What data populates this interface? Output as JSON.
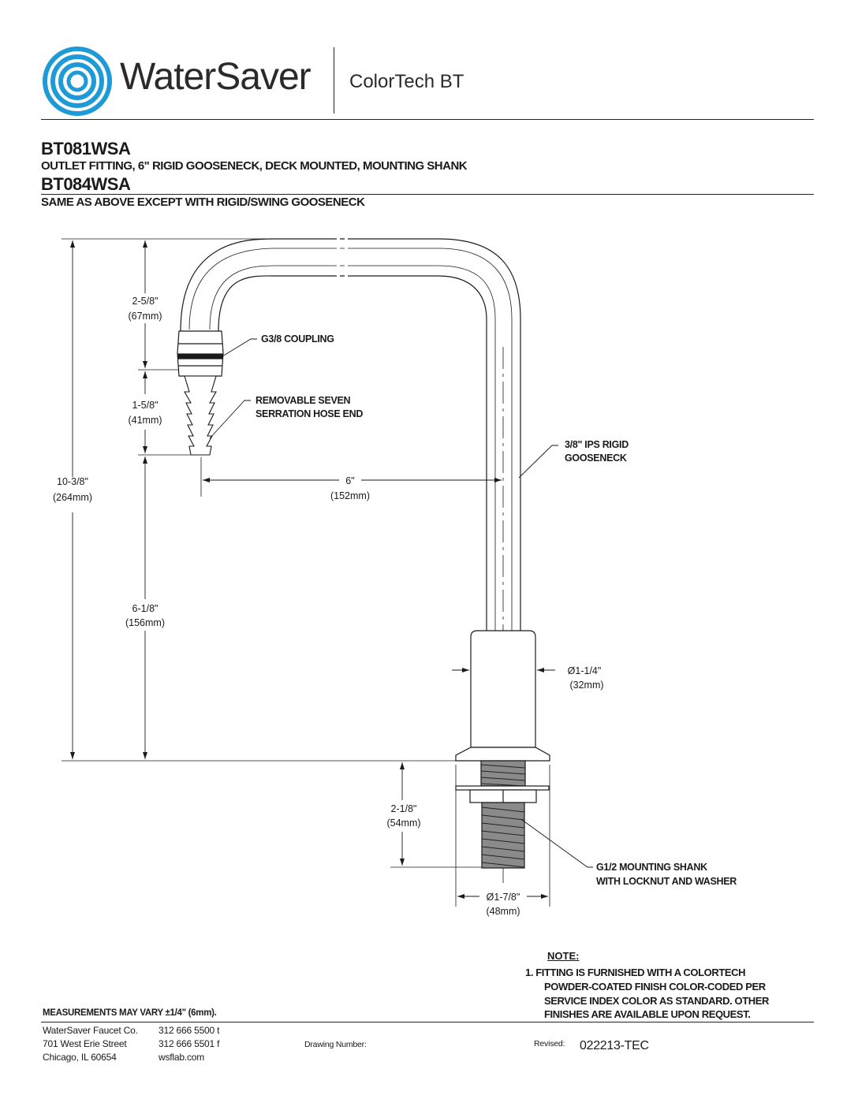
{
  "header": {
    "brand": "WaterSaver",
    "series": "ColorTech BT"
  },
  "products": [
    {
      "model": "BT081WSA",
      "description": "OUTLET FITTING, 6\" RIGID GOOSENECK, DECK MOUNTED, MOUNTING SHANK"
    },
    {
      "model": "BT084WSA",
      "description": "SAME AS ABOVE EXCEPT WITH RIGID/SWING GOOSENECK"
    }
  ],
  "dimensions": {
    "coupling_height": {
      "in": "2-5/8\"",
      "mm": "(67mm)"
    },
    "hose_end_height": {
      "in": "1-5/8\"",
      "mm": "(41mm)"
    },
    "overall_height": {
      "in": "10-3/8\"",
      "mm": "(264mm)"
    },
    "outlet_height": {
      "in": "6-1/8\"",
      "mm": "(156mm)"
    },
    "reach": {
      "in": "6\"",
      "mm": "(152mm)"
    },
    "body_diameter": {
      "in": "Ø1-1/4\"",
      "mm": "(32mm)"
    },
    "shank_length": {
      "in": "2-1/8\"",
      "mm": "(54mm)"
    },
    "flange_diameter": {
      "in": "Ø1-7/8\"",
      "mm": "(48mm)"
    }
  },
  "callouts": {
    "coupling": "G3/8 COUPLING",
    "hose_end_1": "REMOVABLE SEVEN",
    "hose_end_2": "SERRATION HOSE END",
    "gooseneck_1": "3/8\" IPS RIGID",
    "gooseneck_2": "GOOSENECK",
    "shank_1": "G1/2 MOUNTING SHANK",
    "shank_2": "WITH LOCKNUT AND WASHER"
  },
  "note": {
    "title": "NOTE:",
    "lines": [
      "1. FITTING IS FURNISHED WITH A COLORTECH",
      "POWDER-COATED FINISH COLOR-CODED PER",
      "SERVICE INDEX COLOR AS STANDARD. OTHER",
      "FINISHES ARE AVAILABLE UPON REQUEST."
    ]
  },
  "footer": {
    "measurement_note": "MEASUREMENTS MAY VARY ±1/4\" (6mm).",
    "company": "WaterSaver Faucet Co.",
    "street": "701 West Erie Street",
    "city": "Chicago, IL 60654",
    "phone": "312 666 5500 t",
    "fax": "312 666 5501 f",
    "web": "wsflab.com",
    "drawing_number_label": "Drawing Number:",
    "revised_label": "Revised:",
    "revised_value": "022213-TEC"
  }
}
